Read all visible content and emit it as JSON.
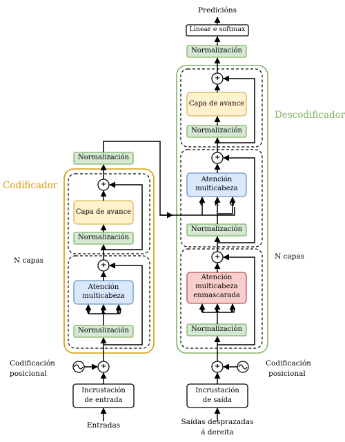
{
  "colors": {
    "norm_fill": "#d5e8d4",
    "norm_stroke": "#82b366",
    "ff_fill": "#fff2cc",
    "ff_stroke": "#d6b656",
    "attn_fill": "#dae8fc",
    "attn_stroke": "#6c8ebf",
    "masked_fill": "#f8cecc",
    "masked_stroke": "#b85450",
    "encoder_frame": "#d79b00",
    "decoder_frame": "#82b366"
  },
  "labels": {
    "encoder_title": "Codificador",
    "decoder_title": "Descodificador",
    "n_layers_enc": "N capas",
    "n_layers_dec": "N capas",
    "inputs": "Entradas",
    "outputs_line1": "Saídas desprazadas",
    "outputs_line2": "á dereita",
    "predictions": "Predicións",
    "pos_enc_left_line1": "Codificación",
    "pos_enc_left_line2": "posicional",
    "pos_enc_right_line1": "Codificación",
    "pos_enc_right_line2": "posicional"
  },
  "encoder": {
    "embedding_line1": "Incrustación",
    "embedding_line2": "de entrada",
    "norm_attn": "Normalización",
    "attention_line1": "Atención",
    "attention_line2": "multicabeza",
    "norm_ff": "Normalización",
    "feedforward": "Capa de avance",
    "final_norm": "Normalización",
    "v": "V",
    "k": "K",
    "q": "Q"
  },
  "decoder": {
    "embedding_line1": "Incrustación",
    "embedding_line2": "de saída",
    "norm_masked": "Normalización",
    "masked_line1": "Atención",
    "masked_line2": "multicabeza",
    "masked_line3": "enmascarada",
    "norm_cross": "Normalización",
    "cross_line1": "Atención",
    "cross_line2": "multicabeza",
    "norm_ff": "Normalización",
    "feedforward": "Capa de avance",
    "final_norm": "Normalización",
    "linear_softmax": "Linear e softmax",
    "v": "V",
    "k": "K",
    "q": "Q"
  },
  "symbols": {
    "plus": "+"
  }
}
